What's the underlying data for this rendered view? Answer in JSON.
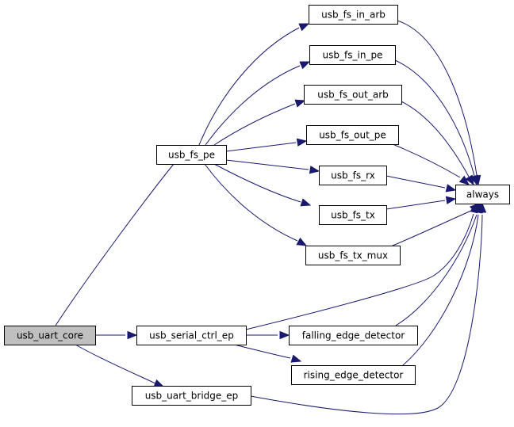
{
  "graph": {
    "nodes": [
      {
        "id": "usb_uart_core",
        "label": "usb_uart_core",
        "root": true
      },
      {
        "id": "usb_fs_pe",
        "label": "usb_fs_pe"
      },
      {
        "id": "usb_serial_ctrl_ep",
        "label": "usb_serial_ctrl_ep"
      },
      {
        "id": "usb_uart_bridge_ep",
        "label": "usb_uart_bridge_ep"
      },
      {
        "id": "usb_fs_in_arb",
        "label": "usb_fs_in_arb"
      },
      {
        "id": "usb_fs_in_pe",
        "label": "usb_fs_in_pe"
      },
      {
        "id": "usb_fs_out_arb",
        "label": "usb_fs_out_arb"
      },
      {
        "id": "usb_fs_out_pe",
        "label": "usb_fs_out_pe"
      },
      {
        "id": "usb_fs_rx",
        "label": "usb_fs_rx"
      },
      {
        "id": "usb_fs_tx",
        "label": "usb_fs_tx"
      },
      {
        "id": "usb_fs_tx_mux",
        "label": "usb_fs_tx_mux"
      },
      {
        "id": "falling_edge_detector",
        "label": "falling_edge_detector"
      },
      {
        "id": "rising_edge_detector",
        "label": "rising_edge_detector"
      },
      {
        "id": "always",
        "label": "always"
      }
    ],
    "edges": [
      {
        "from": "usb_uart_core",
        "to": "usb_fs_pe"
      },
      {
        "from": "usb_uart_core",
        "to": "usb_serial_ctrl_ep"
      },
      {
        "from": "usb_uart_core",
        "to": "usb_uart_bridge_ep"
      },
      {
        "from": "usb_fs_pe",
        "to": "usb_fs_in_arb"
      },
      {
        "from": "usb_fs_pe",
        "to": "usb_fs_in_pe"
      },
      {
        "from": "usb_fs_pe",
        "to": "usb_fs_out_arb"
      },
      {
        "from": "usb_fs_pe",
        "to": "usb_fs_out_pe"
      },
      {
        "from": "usb_fs_pe",
        "to": "usb_fs_rx"
      },
      {
        "from": "usb_fs_pe",
        "to": "usb_fs_tx"
      },
      {
        "from": "usb_fs_pe",
        "to": "usb_fs_tx_mux"
      },
      {
        "from": "usb_fs_in_arb",
        "to": "always"
      },
      {
        "from": "usb_fs_in_pe",
        "to": "always"
      },
      {
        "from": "usb_fs_out_arb",
        "to": "always"
      },
      {
        "from": "usb_fs_out_pe",
        "to": "always"
      },
      {
        "from": "usb_fs_rx",
        "to": "always"
      },
      {
        "from": "usb_fs_tx",
        "to": "always"
      },
      {
        "from": "usb_fs_tx_mux",
        "to": "always"
      },
      {
        "from": "usb_serial_ctrl_ep",
        "to": "always"
      },
      {
        "from": "usb_serial_ctrl_ep",
        "to": "falling_edge_detector"
      },
      {
        "from": "usb_serial_ctrl_ep",
        "to": "rising_edge_detector"
      },
      {
        "from": "falling_edge_detector",
        "to": "always"
      },
      {
        "from": "rising_edge_detector",
        "to": "always"
      },
      {
        "from": "usb_uart_bridge_ep",
        "to": "always"
      }
    ],
    "colors": {
      "edge": "#191970",
      "root_fill": "#bfbfbf",
      "node_fill": "#ffffff",
      "node_stroke": "#000000"
    }
  }
}
